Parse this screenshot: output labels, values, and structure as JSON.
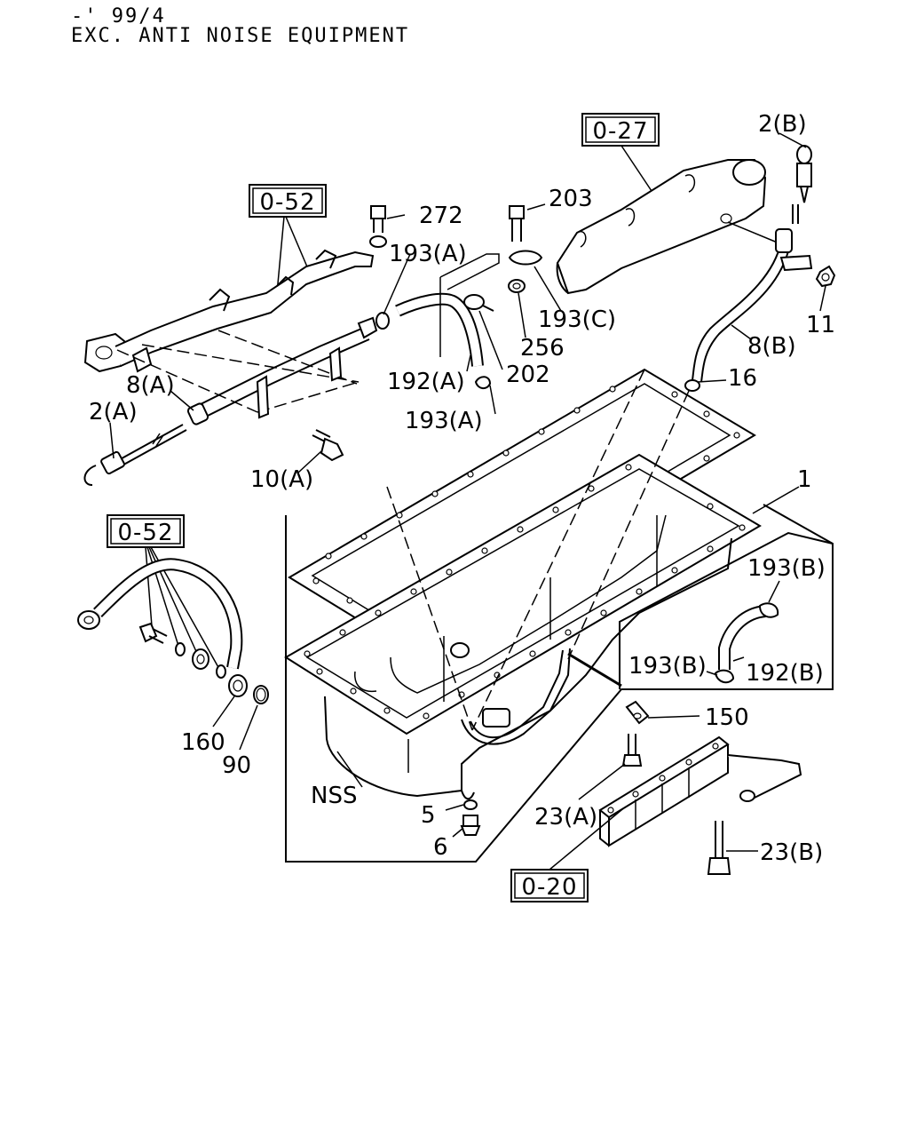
{
  "header": {
    "line1": "-' 99/4",
    "line2": "EXC. ANTI NOISE EQUIPMENT"
  },
  "ref_boxes": {
    "box_0_52_top": "0-52",
    "box_0_27": "0-27",
    "box_0_52_left": "0-52",
    "box_0_20": "0-20"
  },
  "labels": {
    "l_2B": "2(B)",
    "l_272": "272",
    "l_203": "203",
    "l_193A_top": "193(A)",
    "l_193C": "193(C)",
    "l_256": "256",
    "l_11": "11",
    "l_8B": "8(B)",
    "l_192A": "192(A)",
    "l_202": "202",
    "l_16": "16",
    "l_193A_mid": "193(A)",
    "l_8A": "8(A)",
    "l_2A": "2(A)",
    "l_10A": "10(A)",
    "l_1": "1",
    "l_193B_top": "193(B)",
    "l_193B_bot": "193(B)",
    "l_192B": "192(B)",
    "l_150": "150",
    "l_160": "160",
    "l_90": "90",
    "l_NSS": "NSS",
    "l_5": "5",
    "l_6": "6",
    "l_23A": "23(A)",
    "l_23B": "23(B)"
  }
}
